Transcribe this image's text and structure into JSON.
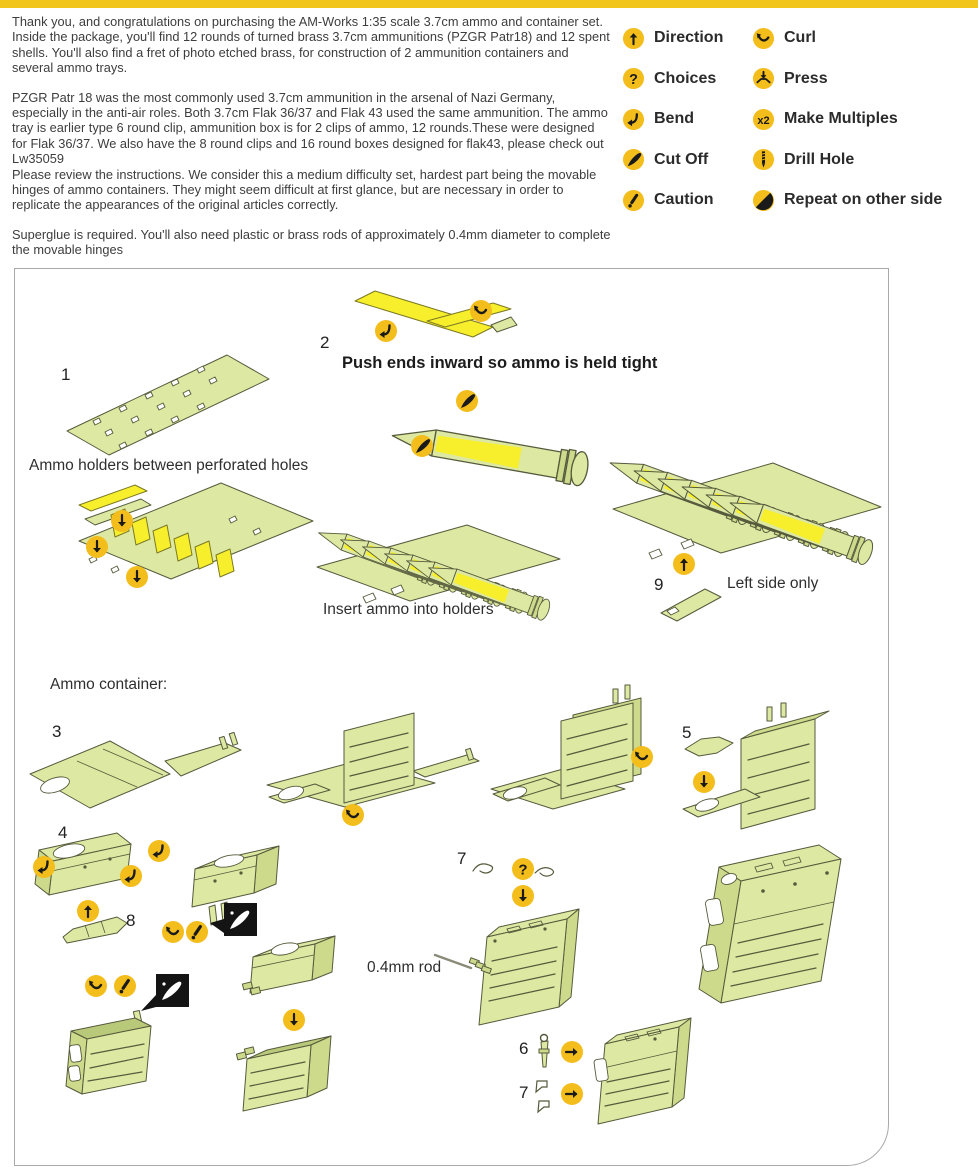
{
  "colors": {
    "top_bar": "#f2c51d",
    "icon_yellow": "#f3bd1c",
    "part_green": "#dde8a2",
    "part_green_shade": "#cdd98b",
    "bright_yellow": "#f7ef2b",
    "text": "#3d3d3d",
    "callout_black": "#141414"
  },
  "intro": {
    "para1": "Thank you, and congratulations on purchasing the AM-Works 1:35 scale 3.7cm ammo and container set. Inside the package, you'll find 12 rounds of turned brass 3.7cm ammunitions (PZGR Patr18) and 12 spent shells. You'll also find a fret of photo etched brass, for construction of 2 ammunition containers and several ammo trays.",
    "para2": "PZGR Patr 18 was the most commonly used 3.7cm ammunition in the arsenal of Nazi Germany, especially in the anti-air roles. Both 3.7cm Flak 36/37 and Flak 43 used the same ammunition. The ammo tray is earlier type 6 round clip, ammunition box is for 2 clips of ammo, 12 rounds.These were designed for Flak 36/37. We also have the 8 round clips and 16 round boxes designed for flak43, please check out Lw35059",
    "para3": "Please review the instructions. We consider this a medium difficulty set, hardest part being the movable hinges of ammo containers. They might seem difficult at first glance, but are necessary in order to replicate the appearances of the original articles correctly.",
    "para4": "Superglue is required. You'll also need plastic or brass rods of approximately 0.4mm diameter to complete the movable hinges"
  },
  "legend": {
    "column1": [
      {
        "icon": "direction-icon",
        "label": "Direction"
      },
      {
        "icon": "choices-icon",
        "label": "Choices"
      },
      {
        "icon": "bend-icon",
        "label": "Bend"
      },
      {
        "icon": "cutoff-icon",
        "label": "Cut Off"
      },
      {
        "icon": "caution-icon",
        "label": "Caution"
      }
    ],
    "column2": [
      {
        "icon": "curl-icon",
        "label": "Curl"
      },
      {
        "icon": "press-icon",
        "label": "Press"
      },
      {
        "icon": "multiples-icon",
        "label": "Make Multiples"
      },
      {
        "icon": "drill-icon",
        "label": "Drill Hole"
      },
      {
        "icon": "repeat-icon",
        "label": "Repeat on other side"
      }
    ]
  },
  "diagram": {
    "steps": {
      "s1": "1",
      "s2": "2",
      "s3": "3",
      "s4": "4",
      "s5": "5",
      "s6": "6",
      "s7_top": "7",
      "s7_bottom": "7",
      "s8": "8",
      "s9": "9"
    },
    "captions": {
      "push_ends": "Push ends inward so ammo is held tight",
      "ammo_holders": "Ammo holders between perforated holes",
      "insert_ammo": "Insert ammo into holders",
      "left_side_only": "Left side only",
      "container_heading": "Ammo container:",
      "rod_label": "0.4mm rod"
    }
  }
}
